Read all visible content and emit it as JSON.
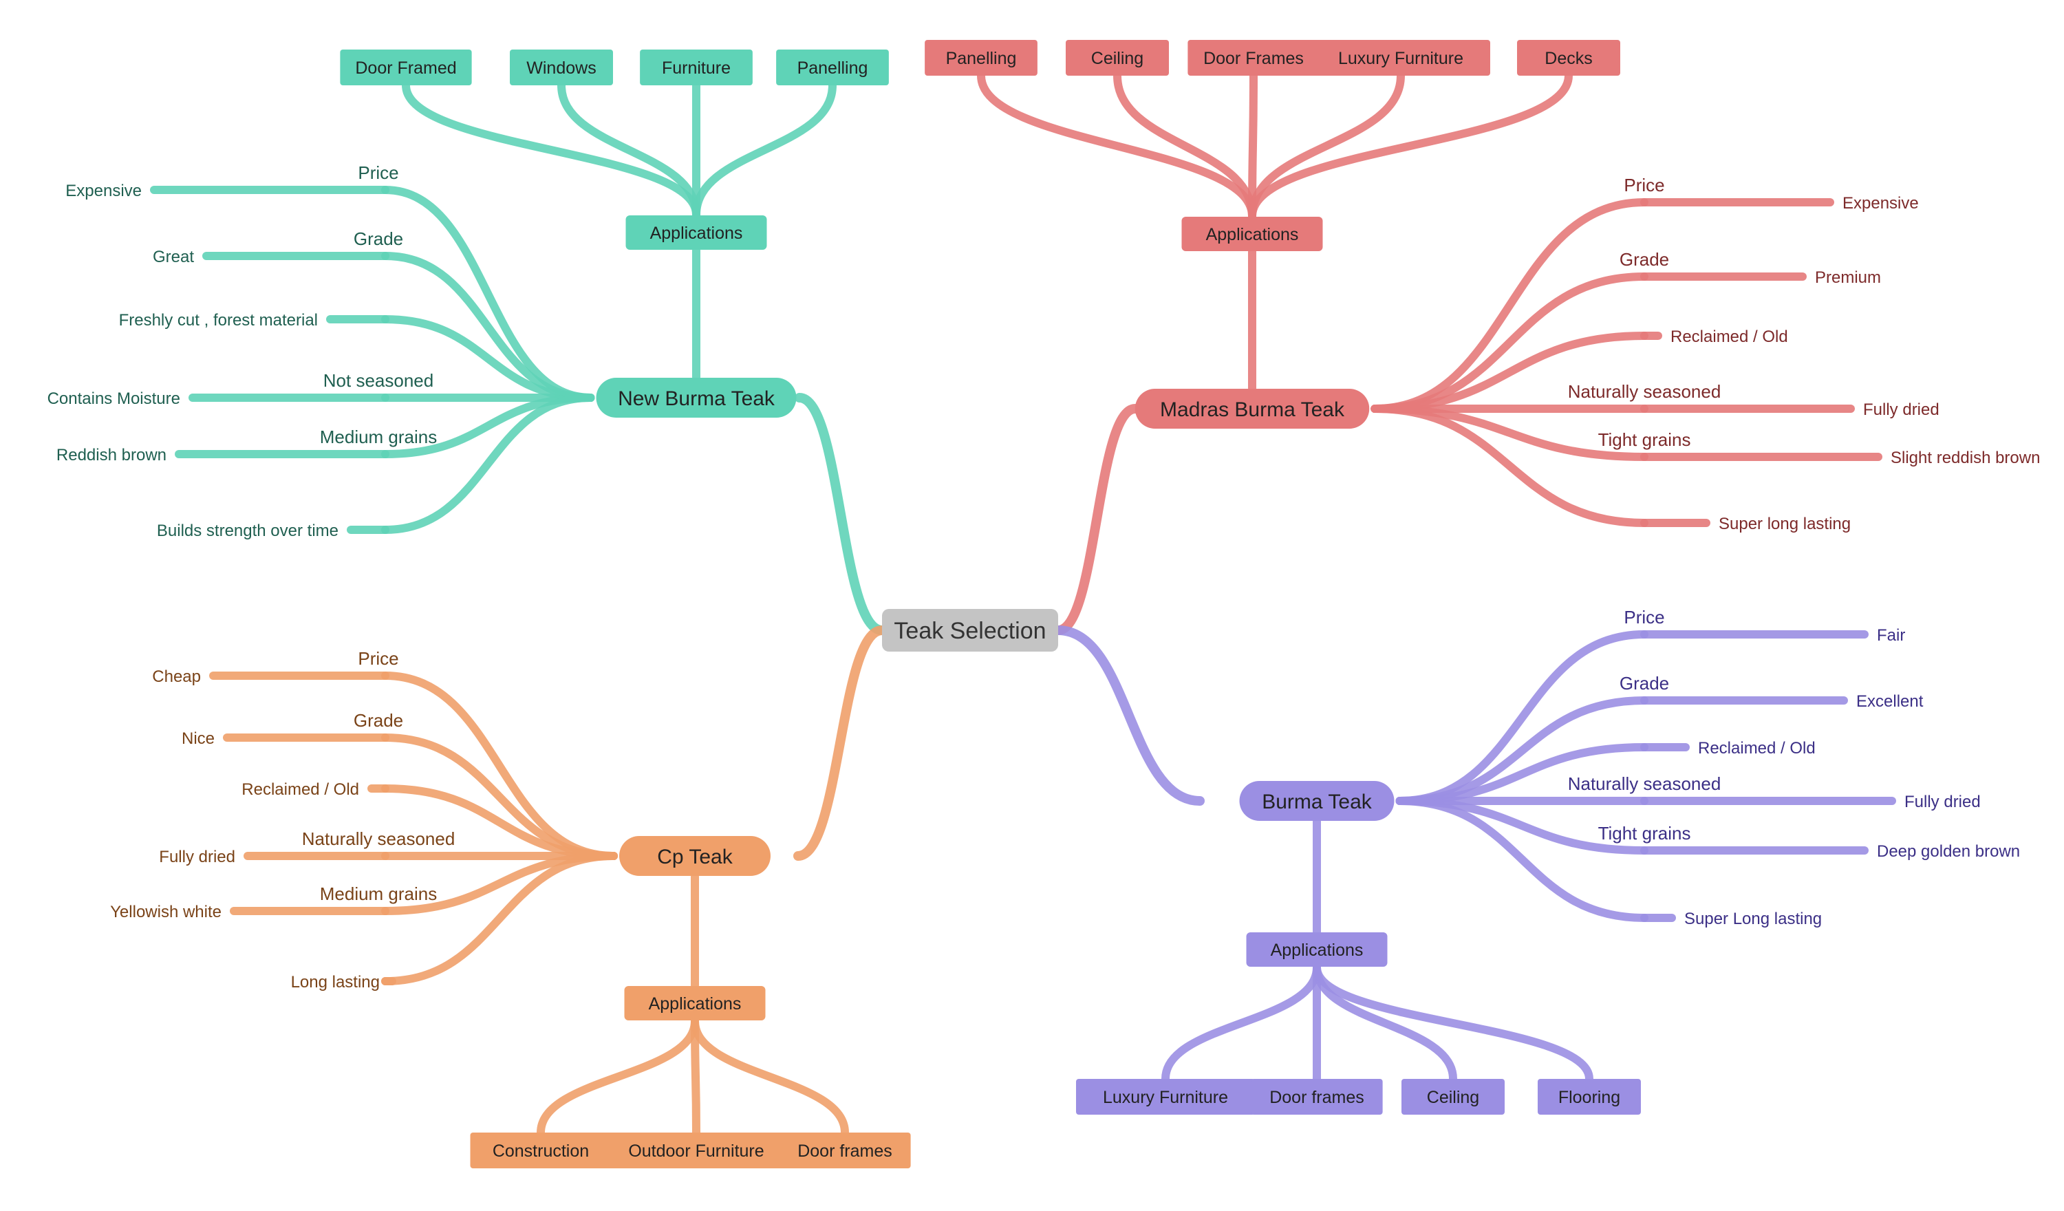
{
  "center": {
    "label": "Teak Selection",
    "color": "#c4c4c4"
  },
  "branches": [
    {
      "id": "new-burma",
      "label": "New Burma Teak",
      "color": "#5fd3b7",
      "text_color": "#1f5f50",
      "attributes": [
        {
          "label": "Price",
          "value": "Expensive"
        },
        {
          "label": "Grade",
          "value": "Great"
        },
        {
          "label": "",
          "value": "Freshly cut , forest material"
        },
        {
          "label": "Not seasoned",
          "value": "Contains Moisture"
        },
        {
          "label": "Medium grains",
          "value": "Reddish brown"
        },
        {
          "label": "",
          "value": "Builds strength over time"
        }
      ],
      "applications_label": "Applications",
      "applications": [
        "Door Framed",
        "Windows",
        "Furniture",
        "Panelling"
      ]
    },
    {
      "id": "madras-burma",
      "label": "Madras Burma Teak",
      "color": "#e57a7a",
      "text_color": "#7d2a2a",
      "attributes": [
        {
          "label": "Price",
          "value": "Expensive"
        },
        {
          "label": "Grade",
          "value": "Premium"
        },
        {
          "label": "",
          "value": "Reclaimed / Old"
        },
        {
          "label": "Naturally seasoned",
          "value": "Fully dried"
        },
        {
          "label": "Tight grains",
          "value": "Slight reddish brown"
        },
        {
          "label": "",
          "value": "Super long lasting"
        }
      ],
      "applications_label": "Applications",
      "applications": [
        "Panelling",
        "Ceiling",
        "Door Frames",
        "Luxury Furniture",
        "Decks"
      ]
    },
    {
      "id": "cp-teak",
      "label": "Cp Teak",
      "color": "#f0a06a",
      "text_color": "#7a4318",
      "attributes": [
        {
          "label": "Price",
          "value": "Cheap"
        },
        {
          "label": "Grade",
          "value": "Nice"
        },
        {
          "label": "",
          "value": "Reclaimed / Old"
        },
        {
          "label": "Naturally seasoned",
          "value": "Fully dried"
        },
        {
          "label": "Medium grains",
          "value": "Yellowish white"
        },
        {
          "label": "",
          "value": "Long lasting"
        }
      ],
      "applications_label": "Applications",
      "applications": [
        "Construction",
        "Outdoor Furniture",
        "Door frames"
      ]
    },
    {
      "id": "burma-teak",
      "label": "Burma Teak",
      "color": "#9b8fe3",
      "text_color": "#3b2f86",
      "attributes": [
        {
          "label": "Price",
          "value": "Fair"
        },
        {
          "label": "Grade",
          "value": "Excellent"
        },
        {
          "label": "",
          "value": "Reclaimed / Old"
        },
        {
          "label": "Naturally seasoned",
          "value": "Fully dried"
        },
        {
          "label": "Tight grains",
          "value": "Deep golden brown"
        },
        {
          "label": "",
          "value": "Super Long lasting"
        }
      ],
      "applications_label": "Applications",
      "applications": [
        "Luxury Furniture",
        "Door frames",
        "Ceiling",
        "Flooring"
      ]
    }
  ]
}
